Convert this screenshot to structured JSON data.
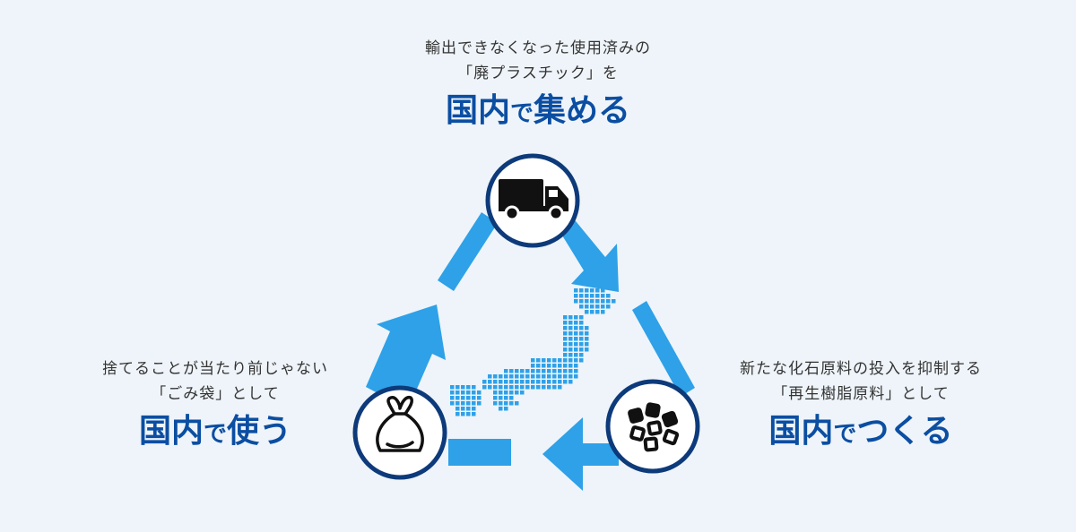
{
  "collect": {
    "line1": "輸出できなくなった使用済みの",
    "line2": "「廃プラスチック」を",
    "heading_part1": "国内",
    "heading_part2": "で",
    "heading_part3": "集める"
  },
  "use": {
    "line1": "捨てることが当たり前じゃない",
    "line2": "「ごみ袋」として",
    "heading_part1": "国内",
    "heading_part2": "で",
    "heading_part3": "使う"
  },
  "make": {
    "line1": "新たな化石原料の投入を抑制する",
    "line2": "「再生樹脂原料」として",
    "heading_part1": "国内",
    "heading_part2": "で",
    "heading_part3": "つくる"
  },
  "icons": {
    "top": "truck-icon",
    "left": "garbage-bag-icon",
    "right": "resin-pellets-icon",
    "center": "japan-map-icon"
  },
  "colors": {
    "background": "#eef4f9",
    "arrow": "#2ea1e8",
    "heading": "#0b4ea2",
    "circle_border": "#0d3a7a",
    "map": "#2ea1e8"
  }
}
